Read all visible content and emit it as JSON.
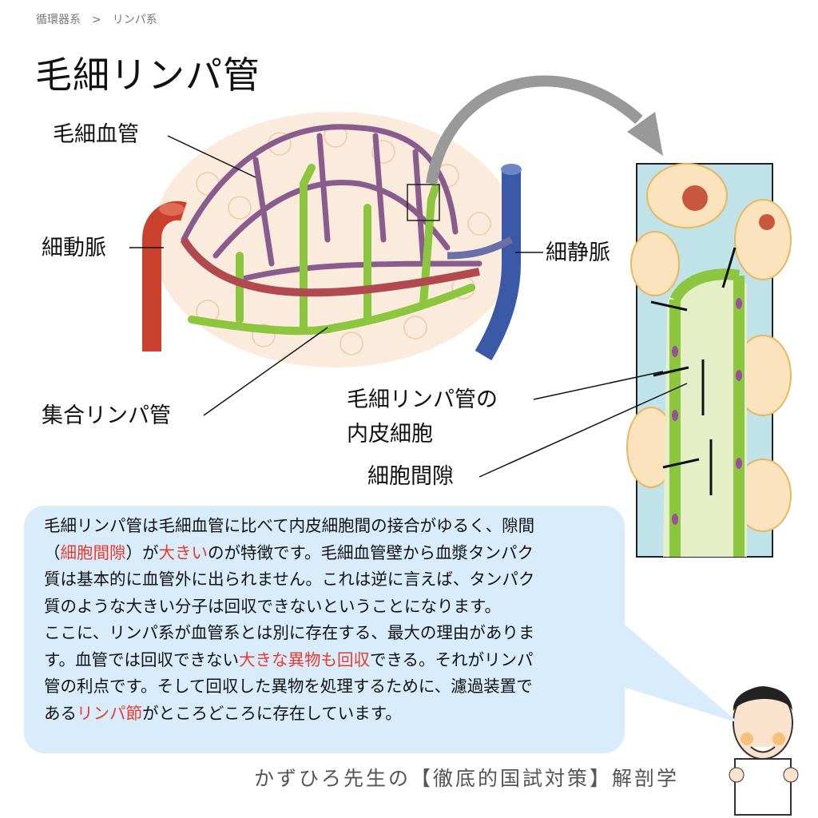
{
  "breadcrumb": {
    "parent": "循環器系",
    "separator": ">",
    "current": "リンパ系"
  },
  "title": "毛細リンパ管",
  "labels": {
    "capillary": "毛細血管",
    "arteriole": "細動脈",
    "venule": "細静脈",
    "collecting_lymph": "集合リンパ管",
    "endothelial_1": "毛細リンパ管の",
    "endothelial_2": "内皮細胞",
    "gap": "細胞間隙"
  },
  "paragraph": [
    [
      {
        "t": "毛細リンパ管は毛細血管に比べて内皮細胞間の接合がゆるく、隙間"
      }
    ],
    [
      {
        "t": "（"
      },
      {
        "t": "細胞間隙",
        "hl": true
      },
      {
        "t": "）が"
      },
      {
        "t": "大きい",
        "hl": true
      },
      {
        "t": "のが特徴です。毛細血管壁から血漿タンパク"
      }
    ],
    [
      {
        "t": "質は基本的に血管外に出られません。これは逆に言えば、タンパク"
      }
    ],
    [
      {
        "t": "質のような大きい分子は回収できないということになります。"
      }
    ],
    [
      {
        "t": "ここに、リンパ系が血管系とは別に存在する、最大の理由がありま"
      }
    ],
    [
      {
        "t": "す。血管では回収できない"
      },
      {
        "t": "大きな異物も回収",
        "hl": true
      },
      {
        "t": "できる。それがリンパ"
      }
    ],
    [
      {
        "t": "管の利点です。そして回収した異物を処理するために、濾過装置で"
      }
    ],
    [
      {
        "t": "ある"
      },
      {
        "t": "リンパ節",
        "hl": true
      },
      {
        "t": "がところどころに存在しています。"
      }
    ]
  ],
  "footer": "かずひろ先生の【徹底的国試対策】解剖学",
  "colors": {
    "highlight": "#e63b2e",
    "bubble": "#d9ecfb",
    "artery": "#c9402c",
    "vein": "#3a5aa8",
    "lymph": "#8cc63f",
    "capillary": "#8a5c8e"
  }
}
